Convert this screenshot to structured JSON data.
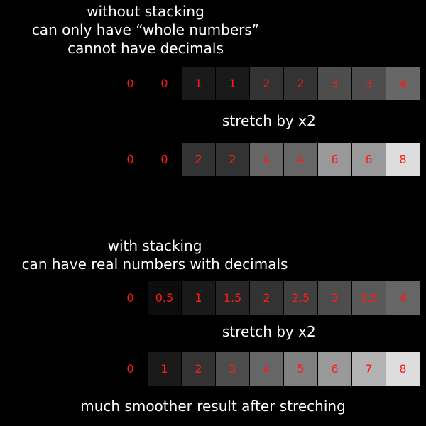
{
  "top_heading": {
    "line1": "without stacking",
    "line2": "can only have “whole numbers”",
    "line3": "cannot have decimals"
  },
  "bottom_heading": {
    "line1": "with stacking",
    "line2": "can have real numbers with decimals"
  },
  "caption_stretch_1": "stretch by x2",
  "caption_stretch_2": "stretch by x2",
  "caption_footer": "much smoother result after streching",
  "colors": {
    "background": "#000000",
    "text": "#ffffff",
    "value_text": "#ff1a1a"
  },
  "rows": [
    {
      "name": "without-stacking-original",
      "cells": [
        {
          "label": "0",
          "color": "#000000"
        },
        {
          "label": "0",
          "color": "#000000"
        },
        {
          "label": "1",
          "color": "#1a1a1a"
        },
        {
          "label": "1",
          "color": "#1a1a1a"
        },
        {
          "label": "2",
          "color": "#333333"
        },
        {
          "label": "2",
          "color": "#333333"
        },
        {
          "label": "3",
          "color": "#4d4d4d"
        },
        {
          "label": "3",
          "color": "#4d4d4d"
        },
        {
          "label": "4",
          "color": "#666666"
        }
      ]
    },
    {
      "name": "without-stacking-stretched",
      "cells": [
        {
          "label": "0",
          "color": "#000000"
        },
        {
          "label": "0",
          "color": "#000000"
        },
        {
          "label": "2",
          "color": "#333333"
        },
        {
          "label": "2",
          "color": "#333333"
        },
        {
          "label": "4",
          "color": "#666666"
        },
        {
          "label": "4",
          "color": "#666666"
        },
        {
          "label": "6",
          "color": "#999999"
        },
        {
          "label": "6",
          "color": "#999999"
        },
        {
          "label": "8",
          "color": "#dddddd"
        }
      ]
    },
    {
      "name": "with-stacking-original",
      "cells": [
        {
          "label": "0",
          "color": "#000000"
        },
        {
          "label": "0.5",
          "color": "#0d0d0d"
        },
        {
          "label": "1",
          "color": "#1a1a1a"
        },
        {
          "label": "1.5",
          "color": "#262626"
        },
        {
          "label": "2",
          "color": "#333333"
        },
        {
          "label": "2.5",
          "color": "#404040"
        },
        {
          "label": "3",
          "color": "#4d4d4d"
        },
        {
          "label": "3.5",
          "color": "#595959"
        },
        {
          "label": "4",
          "color": "#666666"
        }
      ]
    },
    {
      "name": "with-stacking-stretched",
      "cells": [
        {
          "label": "0",
          "color": "#000000"
        },
        {
          "label": "1",
          "color": "#1a1a1a"
        },
        {
          "label": "2",
          "color": "#333333"
        },
        {
          "label": "3",
          "color": "#4d4d4d"
        },
        {
          "label": "4",
          "color": "#666666"
        },
        {
          "label": "5",
          "color": "#808080"
        },
        {
          "label": "6",
          "color": "#999999"
        },
        {
          "label": "7",
          "color": "#b3b3b3"
        },
        {
          "label": "8",
          "color": "#dddddd"
        }
      ]
    }
  ]
}
